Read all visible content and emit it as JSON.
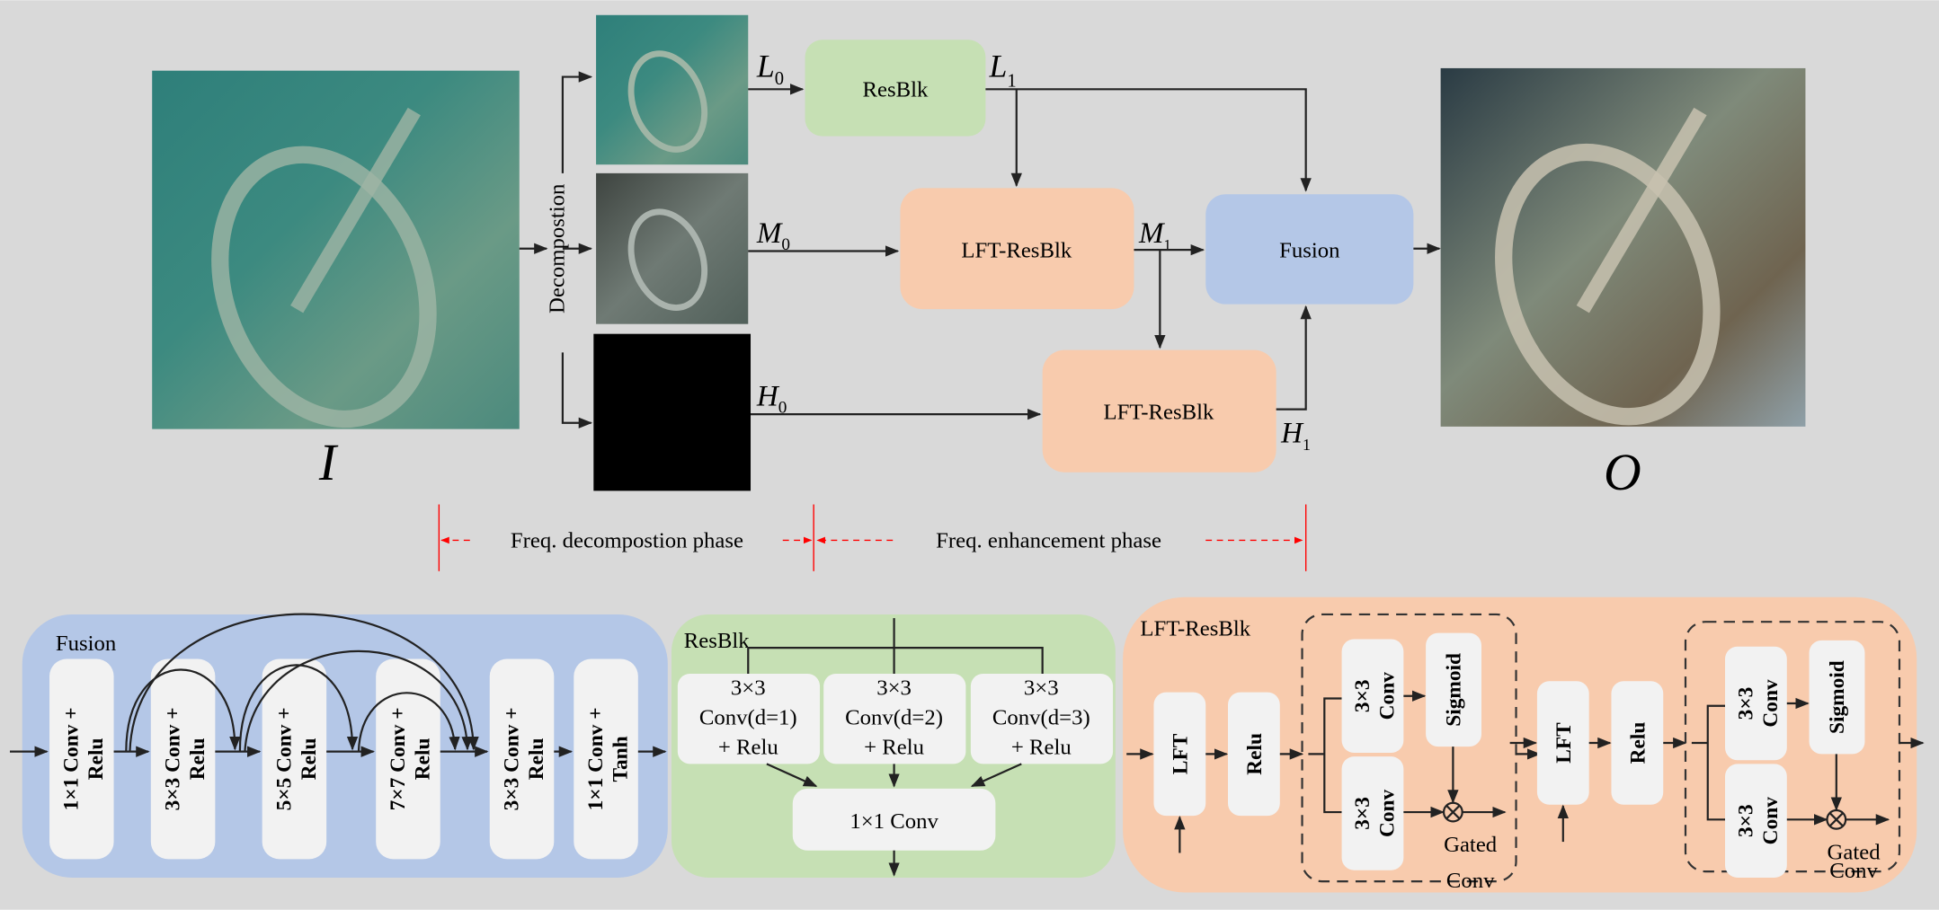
{
  "top": {
    "input_label": "I",
    "output_label": "O",
    "decomposition": "Decompostion",
    "L0": {
      "main": "L",
      "sub": "0"
    },
    "L1": {
      "main": "L",
      "sub": "1"
    },
    "M0": {
      "main": "M",
      "sub": "0"
    },
    "M1": {
      "main": "M",
      "sub": "1"
    },
    "H0": {
      "main": "H",
      "sub": "0"
    },
    "H1": {
      "main": "H",
      "sub": "1"
    },
    "resblk": "ResBlk",
    "lft_resblk_1": "LFT-ResBlk",
    "lft_resblk_2": "LFT-ResBlk",
    "fusion": "Fusion",
    "phase_decomposition": "Freq. decompostion phase",
    "phase_enhancement": "Freq. enhancement phase"
  },
  "fusion_panel": {
    "title": "Fusion",
    "blocks": [
      {
        "line1": "1×1 Conv +",
        "line2": "Relu"
      },
      {
        "line1": "3×3 Conv +",
        "line2": "Relu"
      },
      {
        "line1": "5×5 Conv +",
        "line2": "Relu"
      },
      {
        "line1": "7×7 Conv +",
        "line2": "Relu"
      },
      {
        "line1": "3×3 Conv +",
        "line2": "Relu"
      },
      {
        "line1": "1×1 Conv +",
        "line2": "Tanh"
      }
    ]
  },
  "resblk_panel": {
    "title": "ResBlk",
    "branches": [
      {
        "line1": "3×3",
        "line2": "Conv(d=1)",
        "line3": "+ Relu"
      },
      {
        "line1": "3×3",
        "line2": "Conv(d=2)",
        "line3": "+ Relu"
      },
      {
        "line1": "3×3",
        "line2": "Conv(d=3)",
        "line3": "+ Relu"
      }
    ],
    "merge": "1×1 Conv"
  },
  "lft_panel": {
    "title": "LFT-ResBlk",
    "lft": "LFT",
    "relu": "Relu",
    "conv_line1": "3×3",
    "conv_line2": "Conv",
    "sigmoid": "Sigmoid",
    "gated": "Gated",
    "gated_conv": "Conv"
  },
  "colors": {
    "background": "#d9d9d9",
    "resblk": "#c6e0b4",
    "lft_resblk": "#f8cbad",
    "fusion": "#b4c7e7",
    "block": "#f2f2f2",
    "phase_marker": "#ff0000"
  }
}
